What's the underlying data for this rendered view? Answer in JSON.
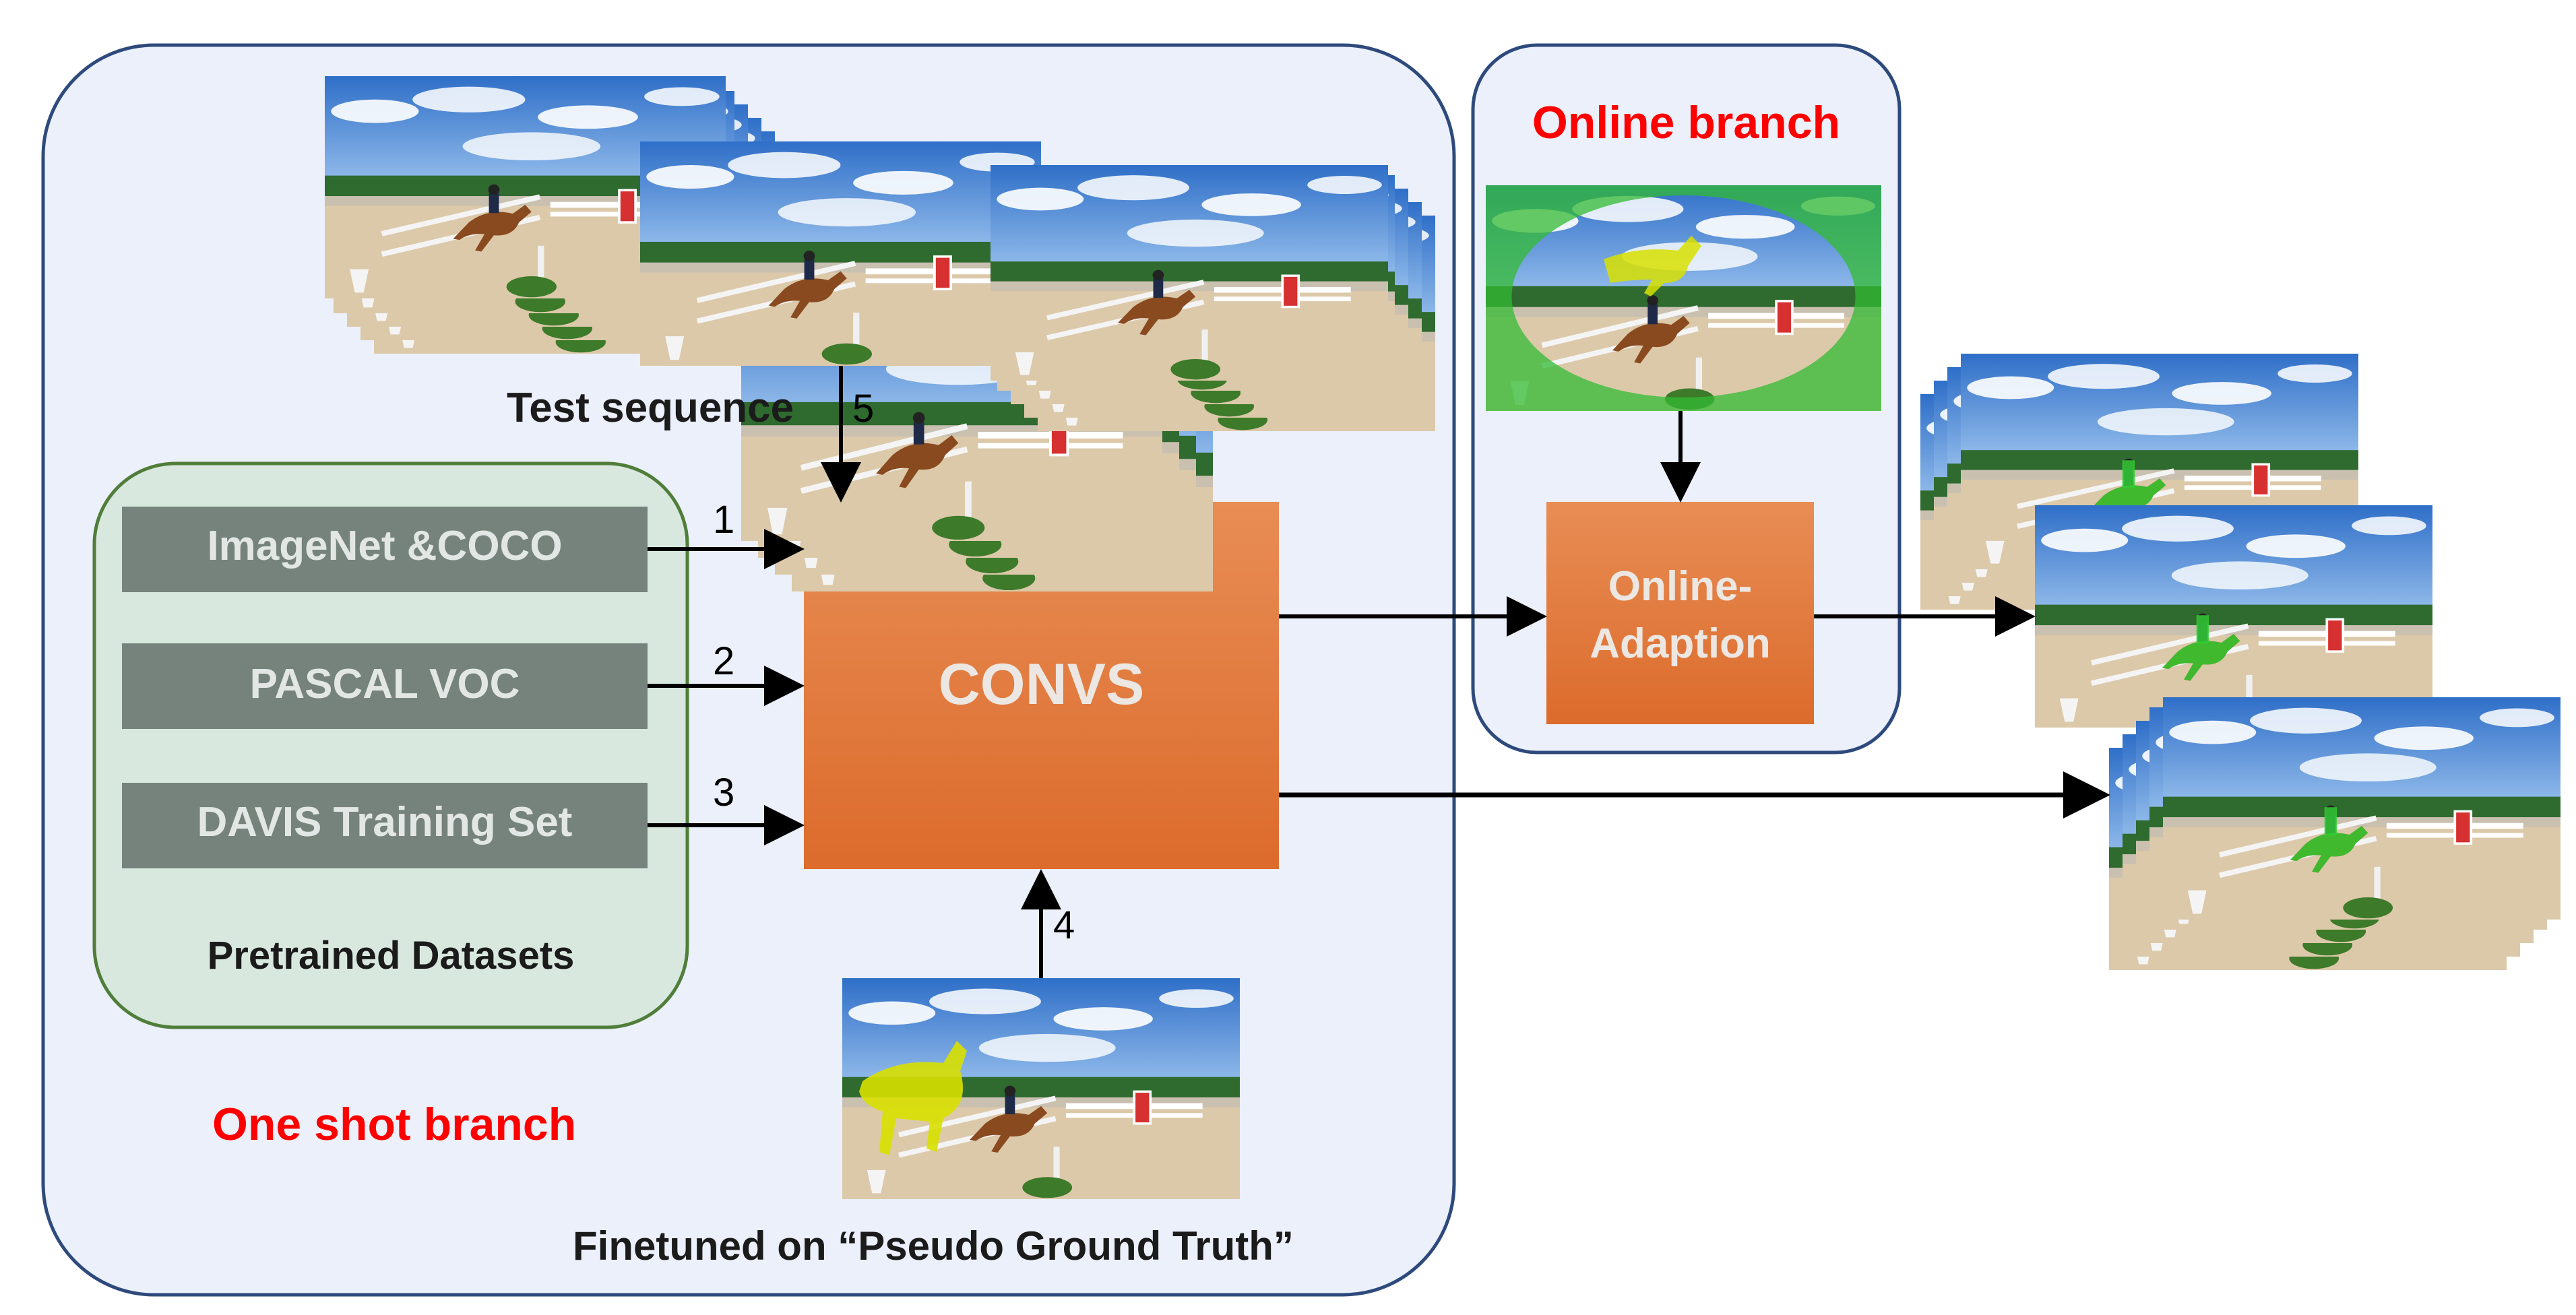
{
  "diagram": {
    "one_shot_branch": {
      "title": "One shot branch",
      "test_sequence_label": "Test sequence",
      "pretrained_group_label": "Pretrained Datasets",
      "datasets": [
        "ImageNet &COCO",
        "PASCAL VOC",
        "DAVIS Training Set"
      ],
      "convs_label": "CONVS",
      "finetuned_label": "Finetuned on “Pseudo Ground Truth”"
    },
    "online_branch": {
      "title": "Online branch",
      "adaption_line1": "Online-",
      "adaption_line2": "Adaption"
    },
    "arrow_numbers": [
      "1",
      "2",
      "3",
      "4",
      "5"
    ]
  },
  "colors": {
    "branch_bg": "#ebf0fb",
    "branch_border": "#2e4a7c",
    "dataset_group_bg": "#d8e8df",
    "dataset_group_border": "#507e3a",
    "dataset_box": "#76837c",
    "dataset_text": "#e2e7e5",
    "convs_top": "#e88d55",
    "convs_bottom": "#dc6b2c",
    "highlight_red": "#ff0000",
    "mask_yellow": "#d8e000",
    "mask_green": "#33bb33"
  },
  "icons": [
    "horse-jumping-photo",
    "segmentation-mask-overlay"
  ]
}
